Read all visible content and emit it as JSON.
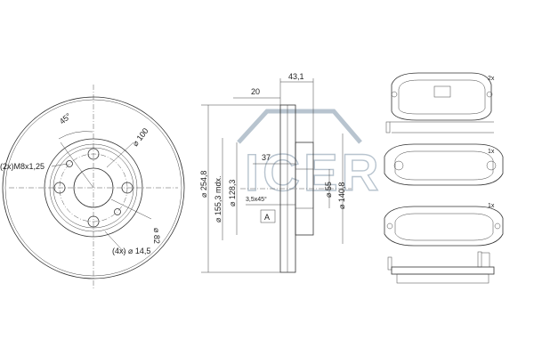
{
  "watermark": {
    "text": "ICER",
    "color": "#b8c4cf"
  },
  "disc_front": {
    "angle_label": "45°",
    "pcd_label": "⌀ 100",
    "thread_label": "(2x)M8x1,25",
    "center_bore_label": "⌀ 82",
    "bolt_holes_label": "(4x) ⌀ 14,5"
  },
  "disc_section": {
    "top_dim_thickness": "43,1",
    "top_dim_offset": "20",
    "hub_depth": "37",
    "outer_diameter": "⌀ 254,8",
    "min_thickness_diameter": "⌀ 155,3 mdx.",
    "hat_diameter": "⌀ 128,3",
    "chamfer": "3,5x45°",
    "bore_diameter": "⌀ 55",
    "inner_friction_diameter": "⌀ 140,8",
    "section_marker": "A"
  },
  "pads": [
    {
      "qty": "2x"
    },
    {
      "qty": "1x"
    },
    {
      "qty": "1x"
    }
  ]
}
